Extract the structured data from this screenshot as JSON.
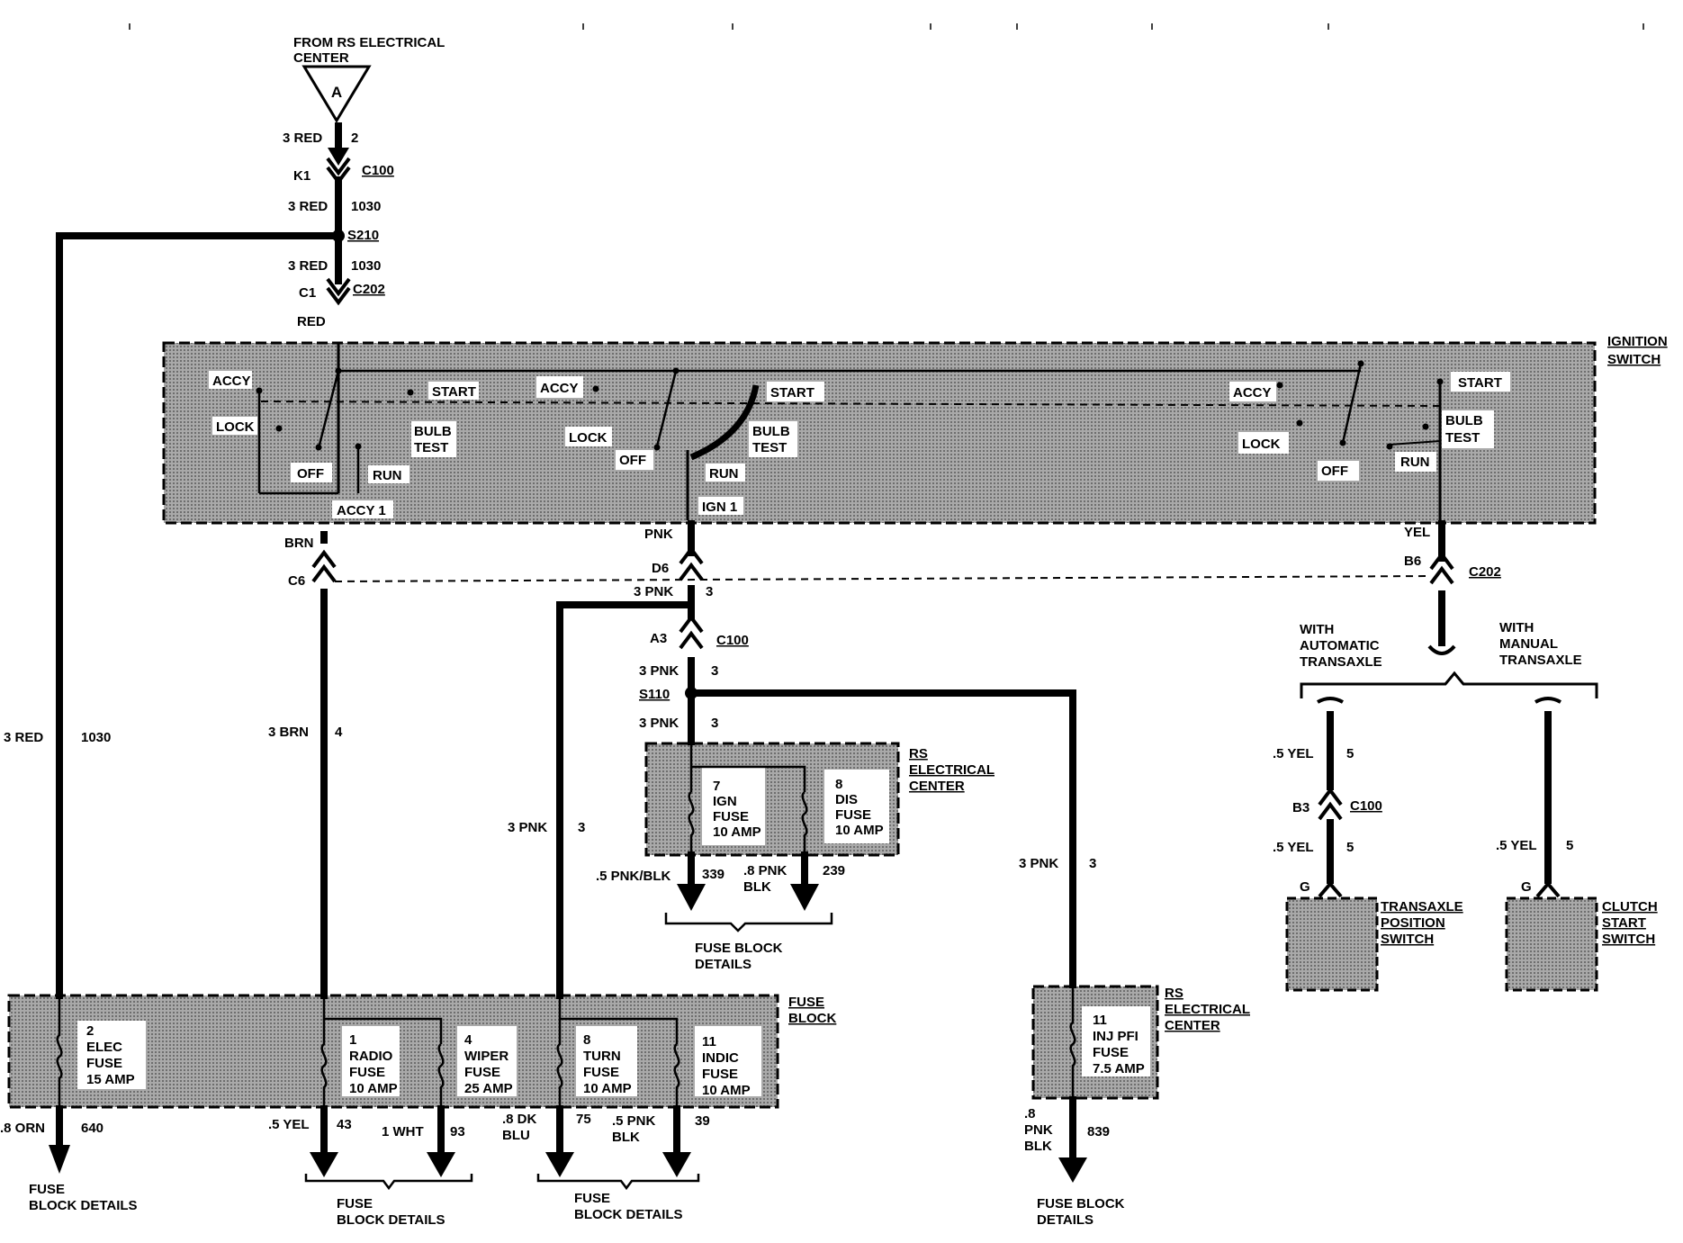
{
  "source": {
    "line1": "FROM RS ELECTRICAL",
    "line2": "CENTER",
    "symbol": "A"
  },
  "top_wires": {
    "w1_gauge": "3 RED",
    "w1_circuit": "2",
    "c100_pin": "K1",
    "c100_name": "C100",
    "w2_gauge": "3 RED",
    "w2_circuit": "1030",
    "splice": "S210",
    "w3_gauge": "3 RED",
    "w3_circuit": "1030",
    "c202_pin": "C1",
    "c202_name": "C202",
    "w4_color": "RED"
  },
  "ignition_switch": {
    "title_line1": "IGNITION",
    "title_line2": "SWITCH",
    "s1": {
      "accy": "ACCY",
      "lock": "LOCK",
      "start": "START",
      "bulb": "BULB",
      "test": "TEST",
      "off": "OFF",
      "run": "RUN",
      "output": "ACCY 1"
    },
    "s2": {
      "accy": "ACCY",
      "lock": "LOCK",
      "start": "START",
      "bulb": "BULB",
      "test": "TEST",
      "off": "OFF",
      "run": "RUN",
      "output": "IGN 1"
    },
    "s3": {
      "accy": "ACCY",
      "lock": "LOCK",
      "start": "START",
      "bulb": "BULB",
      "test": "TEST",
      "off": "OFF",
      "run": "RUN"
    }
  },
  "brn_branch": {
    "color": "BRN",
    "pin": "C6",
    "gauge": "3 BRN",
    "circuit": "4"
  },
  "pnk_branch": {
    "color": "PNK",
    "pin": "D6",
    "gauge_a": "3 PNK",
    "circuit_a": "3",
    "c100_pin": "A3",
    "c100_name": "C100",
    "gauge_b": "3 PNK",
    "circuit_b": "3",
    "splice": "S110",
    "gauge_c": "3 PNK",
    "circuit_c": "3",
    "left_gauge": "3 PNK",
    "left_circuit": "3",
    "right_gauge": "3 PNK",
    "right_circuit": "3"
  },
  "yel_branch": {
    "color": "YEL",
    "pin": "B6",
    "connector": "C202",
    "auto_line1": "WITH",
    "auto_line2": "AUTOMATIC",
    "auto_line3": "TRANSAXLE",
    "man_line1": "WITH",
    "man_line2": "MANUAL",
    "man_line3": "TRANSAXLE",
    "auto_gauge_a": ".5 YEL",
    "auto_circuit_a": "5",
    "auto_pin": "B3",
    "auto_connector": "C100",
    "auto_gauge_b": ".5 YEL",
    "auto_circuit_b": "5",
    "man_gauge": ".5 YEL",
    "man_circuit": "5",
    "auto_g": "G",
    "man_g": "G"
  },
  "transaxle_switch": {
    "line1": "TRANSAXLE",
    "line2": "POSITION",
    "line3": "SWITCH"
  },
  "clutch_switch": {
    "line1": "CLUTCH",
    "line2": "START",
    "line3": "SWITCH"
  },
  "left_wire": {
    "gauge": "3 RED",
    "circuit": "1030"
  },
  "rs_center_1": {
    "title_line1": "RS",
    "title_line2": "ELECTRICAL",
    "title_line3": "CENTER",
    "fuse_a": {
      "num": "7",
      "name": "IGN",
      "kind": "FUSE",
      "amp": "10 AMP"
    },
    "fuse_b": {
      "num": "8",
      "name": "DIS",
      "kind": "FUSE",
      "amp": "10 AMP"
    },
    "out_a_gauge": ".5 PNK/BLK",
    "out_a_circuit": "339",
    "out_b_gauge_1": ".8 PNK",
    "out_b_gauge_2": "BLK",
    "out_b_circuit": "239",
    "details_1": "FUSE BLOCK",
    "details_2": "DETAILS"
  },
  "fuse_block": {
    "title_line1": "FUSE",
    "title_line2": "BLOCK",
    "f2": {
      "num": "2",
      "name": "ELEC",
      "kind": "FUSE",
      "amp": "15 AMP"
    },
    "f1": {
      "num": "1",
      "name": "RADIO",
      "kind": "FUSE",
      "amp": "10 AMP"
    },
    "f4": {
      "num": "4",
      "name": "WIPER",
      "kind": "FUSE",
      "amp": "25 AMP"
    },
    "f8": {
      "num": "8",
      "name": "TURN",
      "kind": "FUSE",
      "amp": "10 AMP"
    },
    "f11": {
      "num": "11",
      "name": "INDIC",
      "kind": "FUSE",
      "amp": "10 AMP"
    },
    "o1_gauge": ".8 ORN",
    "o1_circuit": "640",
    "o2_gauge": ".5 YEL",
    "o2_circuit": "43",
    "o3_gauge": "1 WHT",
    "o3_circuit": "93",
    "o4_gauge_1": ".8 DK",
    "o4_gauge_2": "BLU",
    "o4_circuit": "75",
    "o5_gauge_1": ".5 PNK",
    "o5_gauge_2": "BLK",
    "o5_circuit": "39",
    "d1_1": "FUSE",
    "d1_2": "BLOCK DETAILS",
    "d2_1": "FUSE",
    "d2_2": "BLOCK DETAILS",
    "d3_1": "FUSE",
    "d3_2": "BLOCK DETAILS"
  },
  "rs_center_2": {
    "title_line1": "RS",
    "title_line2": "ELECTRICAL",
    "title_line3": "CENTER",
    "fuse": {
      "num": "11",
      "name": "INJ PFI",
      "kind": "FUSE",
      "amp": "7.5 AMP"
    },
    "out_gauge_1": ".8",
    "out_gauge_2": "PNK",
    "out_gauge_3": "BLK",
    "out_circuit": "839",
    "details_1": "FUSE BLOCK",
    "details_2": "DETAILS"
  }
}
